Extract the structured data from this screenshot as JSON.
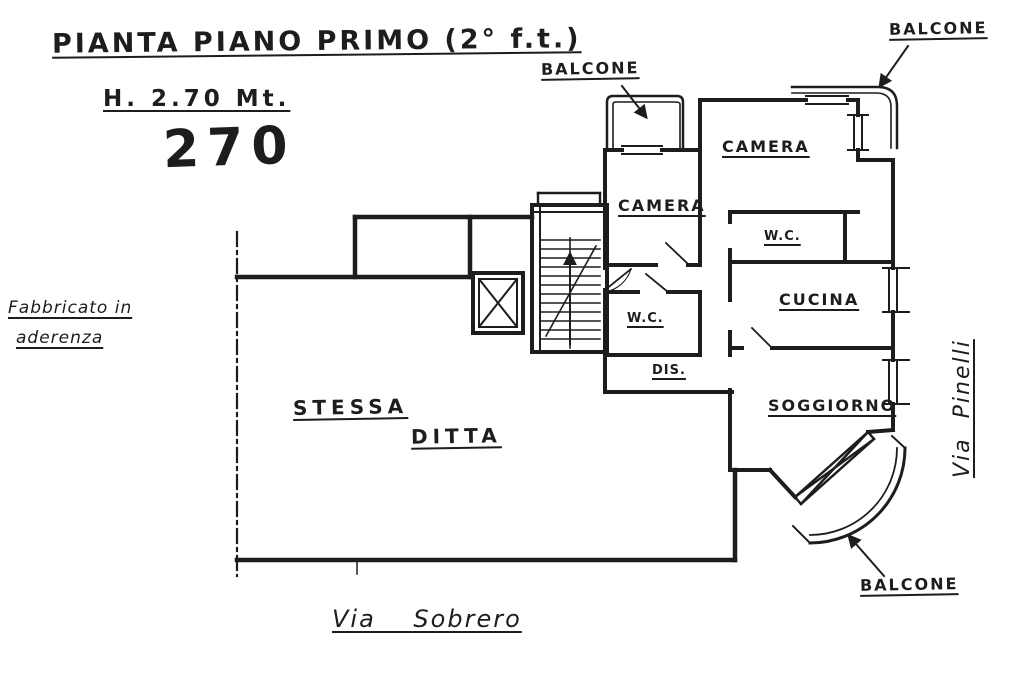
{
  "plan": {
    "title": "PIANTA PIANO PRIMO (2° f.t.)",
    "height_note": "H. 2.70 Mt.",
    "height_value": "270"
  },
  "rooms": {
    "camera_1": "CAMERA",
    "camera_2": "CAMERA",
    "wc_1": "W.C.",
    "wc_2": "W.C.",
    "cucina": "CUCINA",
    "dis": "DIS.",
    "soggiorno": "SOGGIORNO",
    "stessa": "STESSA",
    "ditta": "DITTA"
  },
  "balconies": {
    "top": "BALCONE",
    "top_right": "BALCONE",
    "bottom": "BALCONE"
  },
  "annotations": {
    "fabbricato_line1": "Fabbricato in",
    "fabbricato_line2": "aderenza"
  },
  "streets": {
    "bottom": "Via Sobrero",
    "right": "Via Pinelli"
  },
  "colors": {
    "ink": "#1d1d1d",
    "paper": "#ffffff"
  }
}
